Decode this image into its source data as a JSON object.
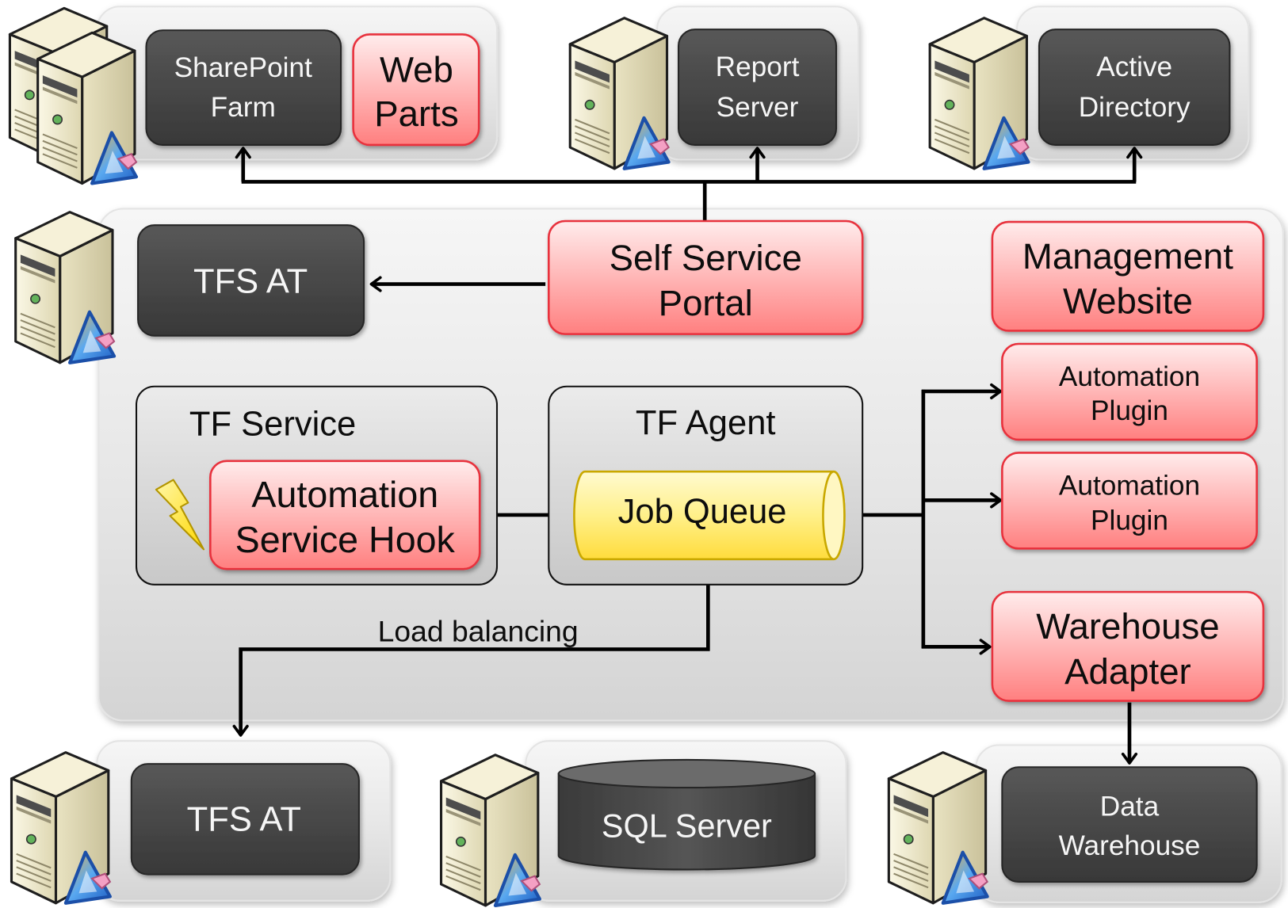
{
  "diagram": {
    "top_row": {
      "sharepoint_farm": {
        "lines": [
          "SharePoint",
          "Farm"
        ]
      },
      "web_parts": {
        "lines": [
          "Web",
          "Parts"
        ]
      },
      "report_server": {
        "lines": [
          "Report",
          "Server"
        ]
      },
      "active_directory": {
        "lines": [
          "Active",
          "Directory"
        ]
      }
    },
    "middle": {
      "tfs_at": "TFS AT",
      "self_service_portal": {
        "lines": [
          "Self Service",
          "Portal"
        ]
      },
      "management_website": {
        "lines": [
          "Management",
          "Website"
        ]
      },
      "tf_service": {
        "title": "TF Service",
        "automation_service_hook": {
          "lines": [
            "Automation",
            "Service Hook"
          ]
        }
      },
      "tf_agent": {
        "title": "TF Agent",
        "job_queue": "Job Queue"
      },
      "automation_plugins": [
        {
          "lines": [
            "Automation",
            "Plugin"
          ]
        },
        {
          "lines": [
            "Automation",
            "Plugin"
          ]
        }
      ],
      "warehouse_adapter": {
        "lines": [
          "Warehouse",
          "Adapter"
        ]
      },
      "load_balancing_label": "Load balancing"
    },
    "bottom_row": {
      "tfs_at": "TFS AT",
      "sql_server": "SQL Server",
      "data_warehouse": {
        "lines": [
          "Data",
          "Warehouse"
        ]
      }
    }
  },
  "icons": {
    "server": "server-icon",
    "logo": "tfs-logo-icon",
    "trigger": "lightning-bolt-icon"
  },
  "colors": {
    "dark_box": "#444444",
    "pink_box": "#ff8f8f",
    "pink_border": "#e8303c",
    "job_queue": "#ffe566",
    "job_queue_border": "#c9a800",
    "panel": "#e2e2e2",
    "arrow": "#000000"
  }
}
